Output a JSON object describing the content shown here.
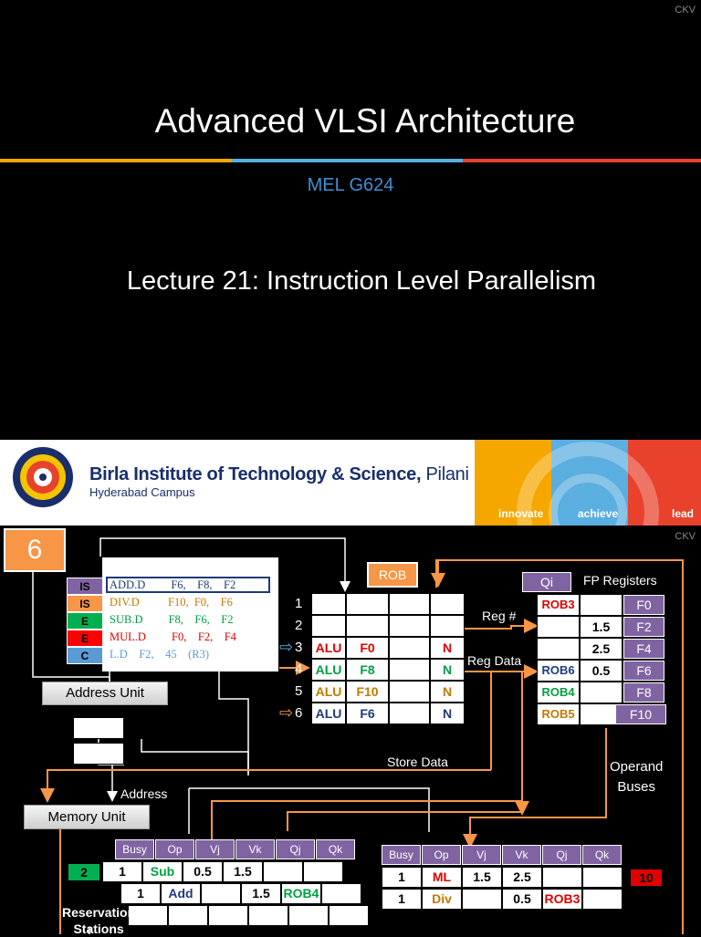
{
  "watermark": "CKV",
  "slide1": {
    "title": "Advanced VLSI Architecture",
    "course_code": "MEL G624",
    "lecture": "Lecture 21:  Instruction Level Parallelism"
  },
  "banner": {
    "institute_bold": "Birla Institute of Technology & Science,",
    "institute_city": " Pilani",
    "campus": "Hyderabad Campus",
    "bands": [
      "innovate",
      "achieve",
      "lead"
    ],
    "colors": {
      "yellow": "#f5a700",
      "blue": "#5aaee0",
      "red": "#e8412c",
      "navy": "#1a2e6b"
    }
  },
  "slide2": {
    "step": "6",
    "rob_label": "ROB",
    "instructions": [
      {
        "stage": "IS",
        "stage_color": "#8064a2",
        "text": "ADD.D         F6,    F8,    F2",
        "color": "#1f3a7a"
      },
      {
        "stage": "IS",
        "stage_color": "#f79646",
        "text": "DIV.D          F10,  F0,    F6",
        "color": "#c07a00"
      },
      {
        "stage": "E",
        "stage_color": "#00b050",
        "text": "SUB.D         F8,    F6,    F2",
        "color": "#00a040"
      },
      {
        "stage": "E",
        "stage_color": "#ff0000",
        "text": "MUL.D         F0,    F2,    F4",
        "color": "#e00000"
      },
      {
        "stage": "C",
        "stage_color": "#5b9bd5",
        "text": "L.D    F2,    45    (R3)",
        "color": "#5b9bd5"
      }
    ],
    "rob_rows": [
      {
        "num": "1",
        "type": "",
        "dest": "",
        "val": "",
        "ready": "",
        "type_color": "#000",
        "dest_color": "#000",
        "ready_color": "#000"
      },
      {
        "num": "2",
        "type": "",
        "dest": "",
        "val": "",
        "ready": "",
        "type_color": "#000",
        "dest_color": "#000",
        "ready_color": "#000"
      },
      {
        "num": "3",
        "type": "ALU",
        "dest": "F0",
        "val": "",
        "ready": "N",
        "type_color": "#e00000",
        "dest_color": "#e00000",
        "ready_color": "#e00000"
      },
      {
        "num": "4",
        "type": "ALU",
        "dest": "F8",
        "val": "",
        "ready": "N",
        "type_color": "#00a040",
        "dest_color": "#00a040",
        "ready_color": "#00a040"
      },
      {
        "num": "5",
        "type": "ALU",
        "dest": "F10",
        "val": "",
        "ready": "N",
        "type_color": "#c07a00",
        "dest_color": "#c07a00",
        "ready_color": "#c07a00"
      },
      {
        "num": "6",
        "type": "ALU",
        "dest": "F6",
        "val": "",
        "ready": "N",
        "type_color": "#1f3a7a",
        "dest_color": "#1f3a7a",
        "ready_color": "#1f3a7a"
      }
    ],
    "labels": {
      "reg_num": "Reg #",
      "reg_data": "Reg Data",
      "store_data": "Store Data",
      "operand_buses": "Operand\nBuses",
      "address": "Address",
      "address_unit": "Address Unit",
      "memory_unit": "Memory Unit",
      "reservation_stations": "Reservation\nStations",
      "qi": "Qi",
      "fp_registers": "FP Registers"
    },
    "registers": [
      {
        "qi": "ROB3",
        "qi_color": "#e00000",
        "value": "",
        "name": "F0"
      },
      {
        "qi": "",
        "qi_color": "#000",
        "value": "1.5",
        "name": "F2"
      },
      {
        "qi": "",
        "qi_color": "#000",
        "value": "2.5",
        "name": "F4"
      },
      {
        "qi": "ROB6",
        "qi_color": "#1f3a7a",
        "value": "0.5",
        "name": "F6"
      },
      {
        "qi": "ROB4",
        "qi_color": "#00a040",
        "value": "",
        "name": "F8"
      },
      {
        "qi": "ROB5",
        "qi_color": "#c07a00",
        "value": "",
        "name": "F10"
      }
    ],
    "rs_headers": [
      "Busy",
      "Op",
      "Vj",
      "Vk",
      "Qj",
      "Qk"
    ],
    "rs_left_rows": [
      {
        "tag": "2",
        "busy": "1",
        "op": "Sub",
        "op_color": "#00a040",
        "vj": "0.5",
        "vk": "1.5",
        "qj": "",
        "qk": ""
      },
      {
        "tag": "",
        "busy": "1",
        "op": "Add",
        "op_color": "#1f3a7a",
        "vj": "",
        "vk": "1.5",
        "qj": "ROB4",
        "qk": ""
      },
      {
        "tag": "",
        "busy": "",
        "op": "",
        "op_color": "#000",
        "vj": "",
        "vk": "",
        "qj": "",
        "qk": ""
      }
    ],
    "rs_right_rows": [
      {
        "tag": "10",
        "busy": "1",
        "op": "ML",
        "op_color": "#e00000",
        "vj": "1.5",
        "vk": "2.5",
        "qj": "",
        "qk": ""
      },
      {
        "tag": "",
        "busy": "1",
        "op": "Div",
        "op_color": "#c07a00",
        "vj": "",
        "vk": "0.5",
        "qj": "ROB3",
        "qk": ""
      }
    ]
  }
}
